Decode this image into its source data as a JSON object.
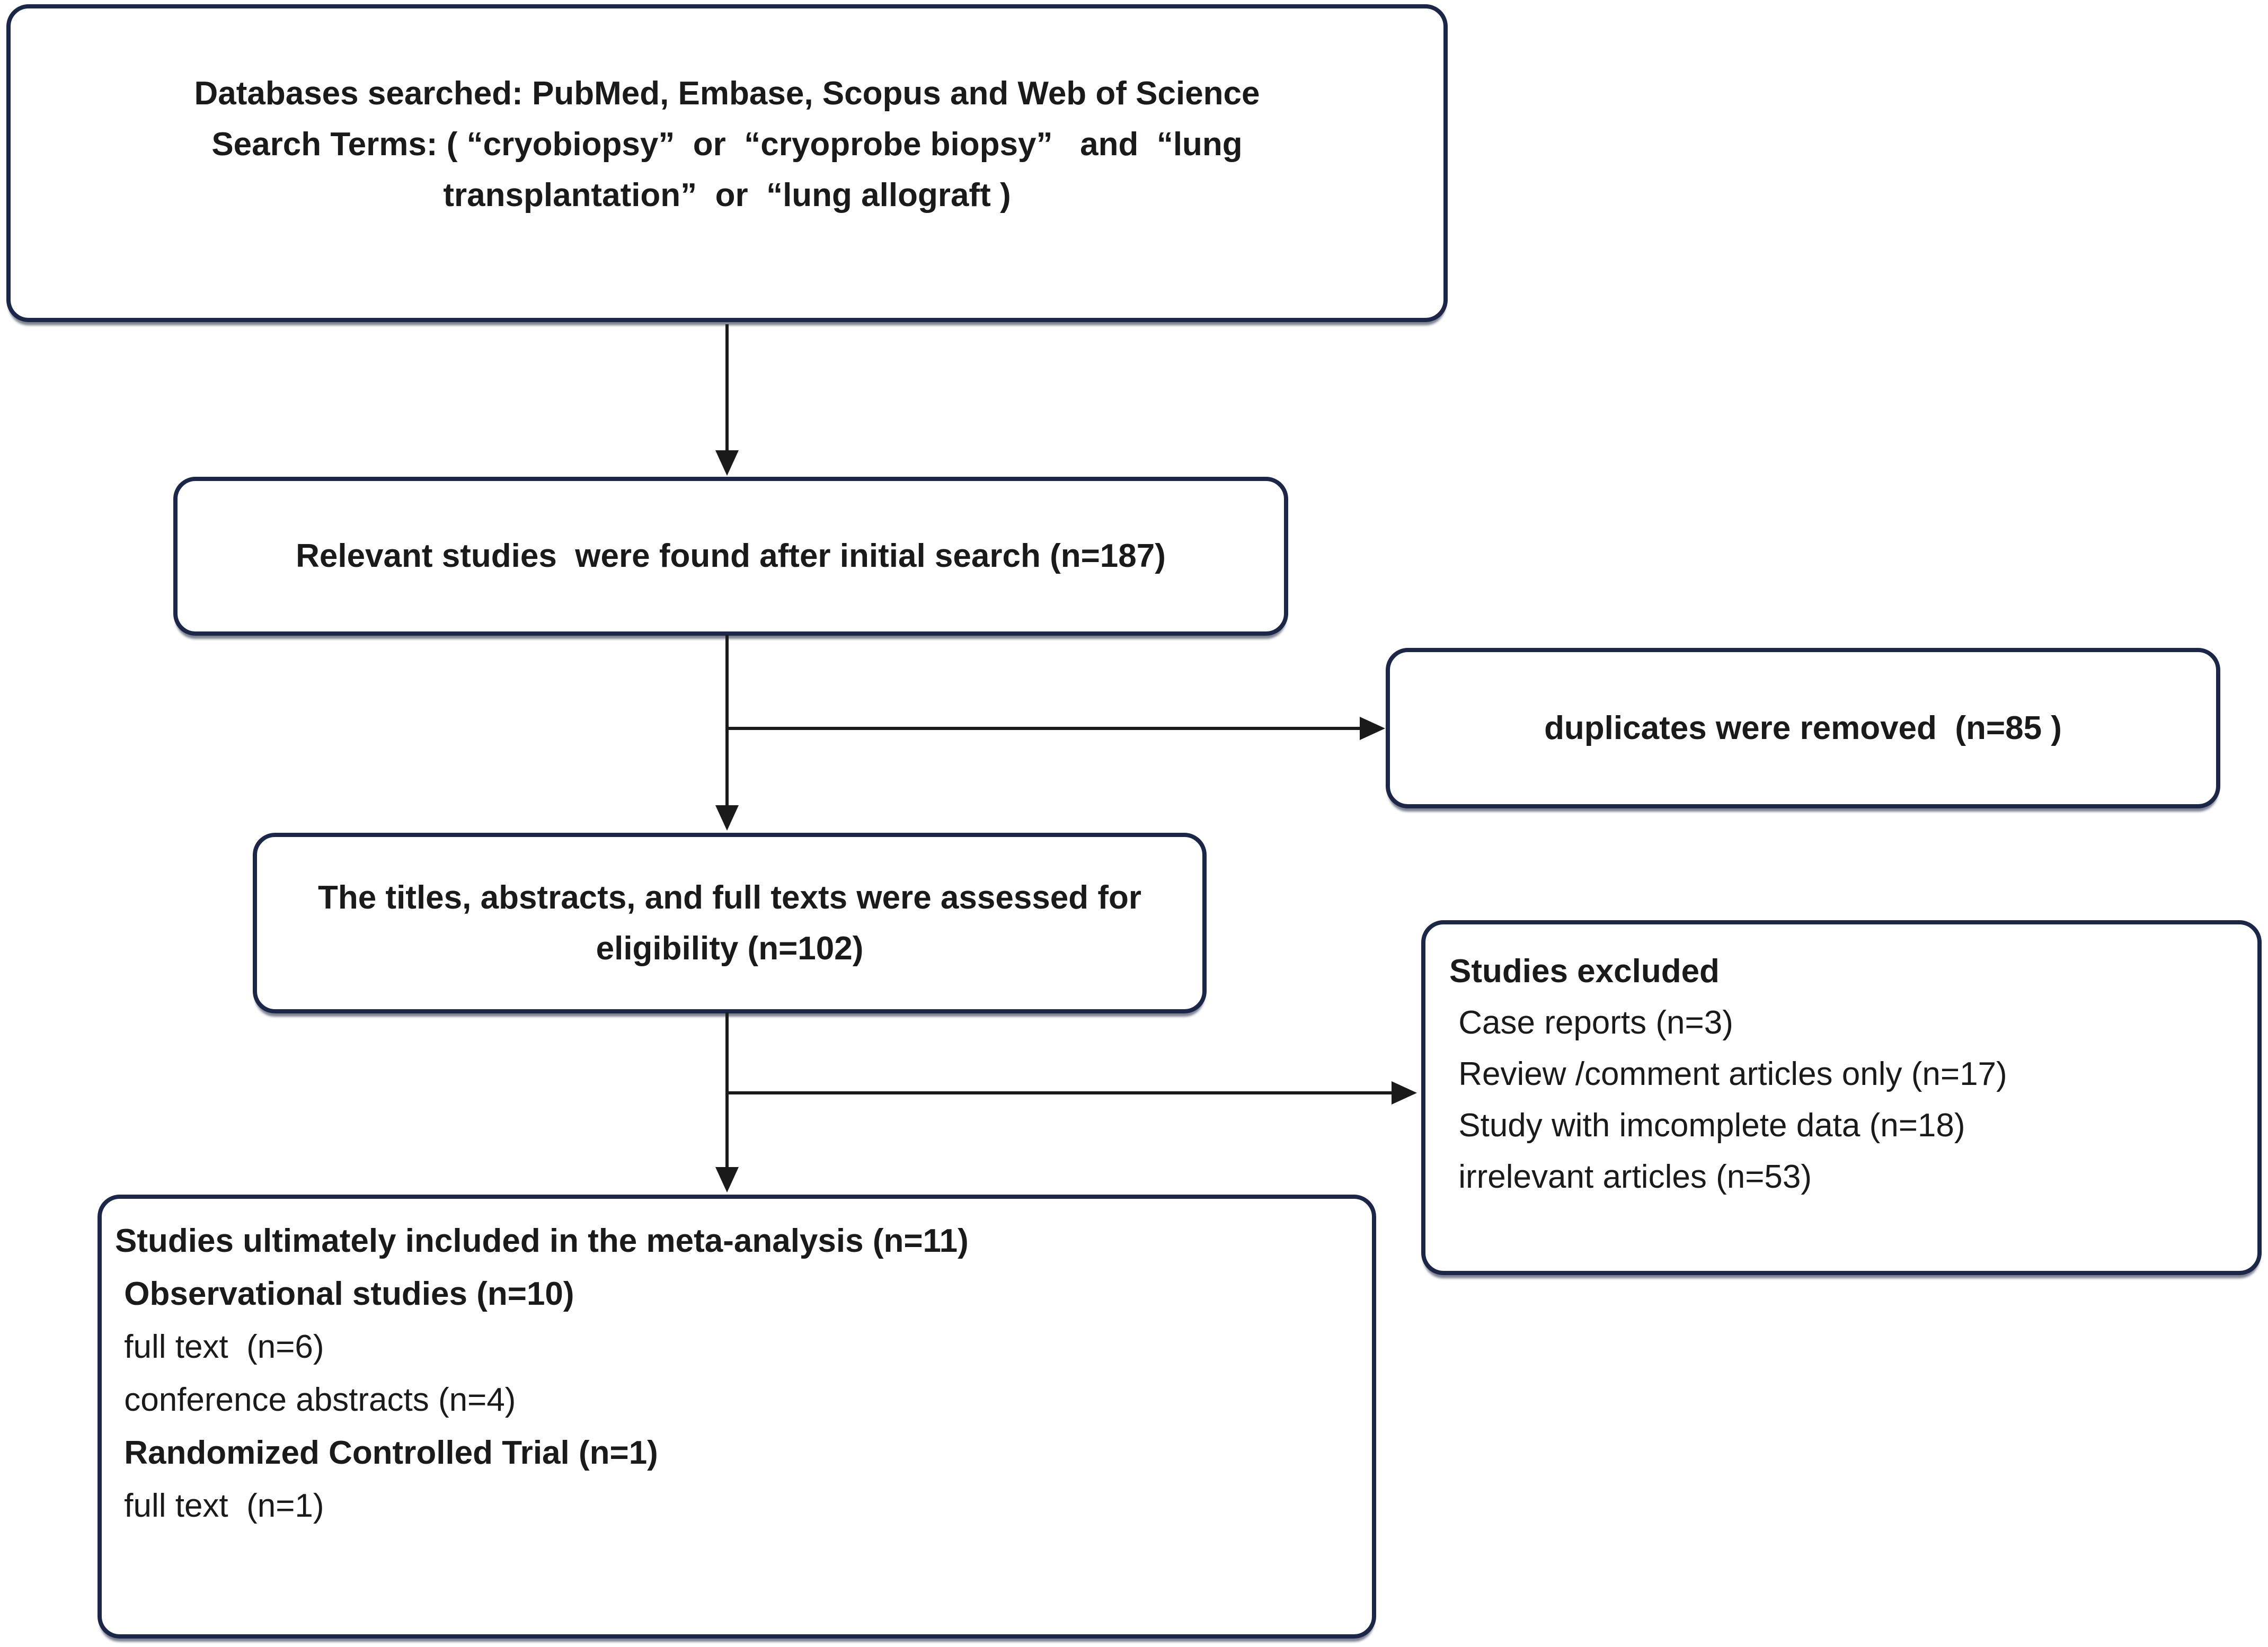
{
  "colors": {
    "box_border_navy": "#1c2647",
    "arrow_black": "#1a1a1a",
    "text_black": "#1a1a1a",
    "background": "#ffffff"
  },
  "boxes": {
    "search": {
      "lines": [
        "Databases searched: PubMed, Embase, Scopus and Web of Science",
        "Search Terms: ( “cryobiopsy”  or  “cryoprobe biopsy”   and  “lung",
        "transplantation”  or  “lung allograft )"
      ]
    },
    "initial": {
      "text": "Relevant studies  were found after initial search (n=187)"
    },
    "duplicates": {
      "text": "duplicates were removed  (n=85 )"
    },
    "eligibility": {
      "lines": [
        "The titles, abstracts, and full texts were assessed for",
        "eligibility (n=102)"
      ]
    },
    "excluded": {
      "heading": "Studies excluded",
      "items": [
        " Case reports (n=3)",
        " Review /comment articles only (n=17)",
        " Study with imcomplete data (n=18)",
        " irrelevant articles (n=53)"
      ]
    },
    "included": {
      "lines": [
        {
          "text": "Studies ultimately included in the meta-analysis (n=11)",
          "bold": true
        },
        {
          "text": " Observational studies (n=10)",
          "bold": true
        },
        {
          "text": " full text  (n=6)",
          "bold": false
        },
        {
          "text": " conference abstracts (n=4)",
          "bold": false
        },
        {
          "text": " Randomized Controlled Trial (n=1)",
          "bold": true
        },
        {
          "text": " full text  (n=1)",
          "bold": false
        }
      ]
    }
  }
}
